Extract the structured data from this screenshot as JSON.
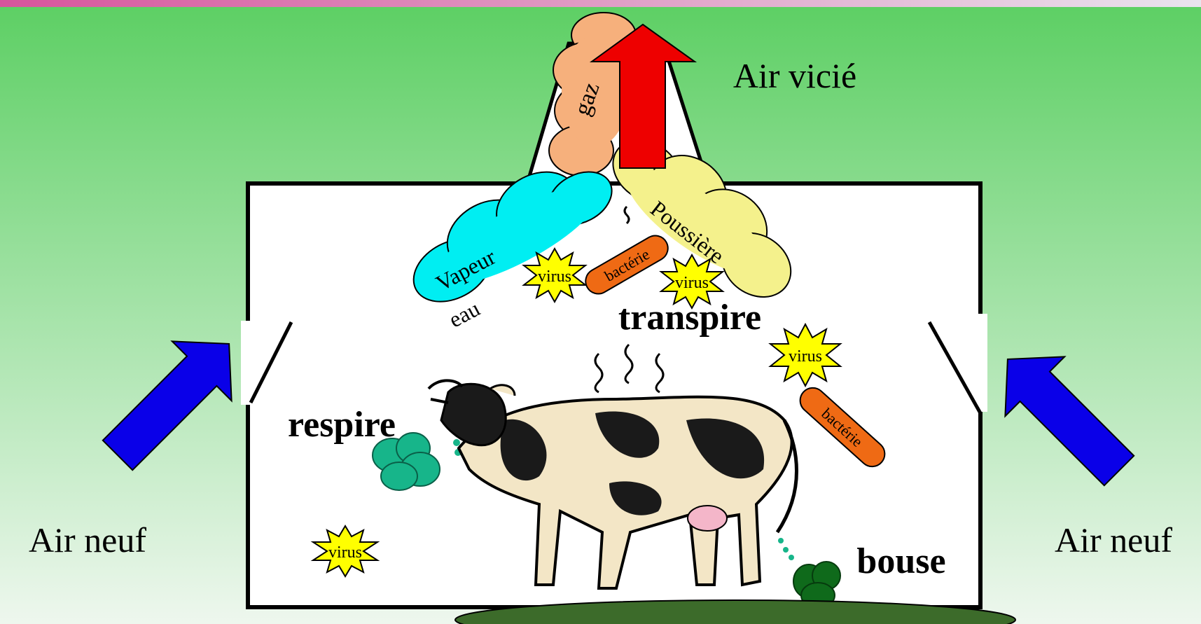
{
  "slide": {
    "colors": {
      "top_bar_start": "#d7559c",
      "top_bar_end": "#e9e4ee",
      "bg_top": "#5ccf63",
      "bg_bottom": "#eef7ee",
      "new_air_arrow": "#0a00e8",
      "stale_air_arrow": "#ee0000",
      "gas_cloud": "#f6b07c",
      "vapor_cloud": "#00eef2",
      "dust_cloud": "#f4f18c",
      "virus": "#ffff00",
      "bacteria": "#ef6a14",
      "breath": "#17b58a",
      "dung": "#0f6a1b"
    },
    "labels": {
      "air_vicie": "Air vicié",
      "air_neuf_left": "Air neuf",
      "air_neuf_right": "Air neuf",
      "gaz": "gaz",
      "vapeur": "Vapeur",
      "eau": "eau",
      "poussiere": "Poussière",
      "respire": "respire",
      "transpire": "transpire",
      "bouse": "bouse",
      "virus": "virus",
      "bacterie": "bactérie"
    },
    "icons": [
      "cow-icon",
      "virus-icon",
      "bacteria-icon",
      "cloud-icon",
      "arrow-icon",
      "sweat-wave-icon"
    ]
  }
}
